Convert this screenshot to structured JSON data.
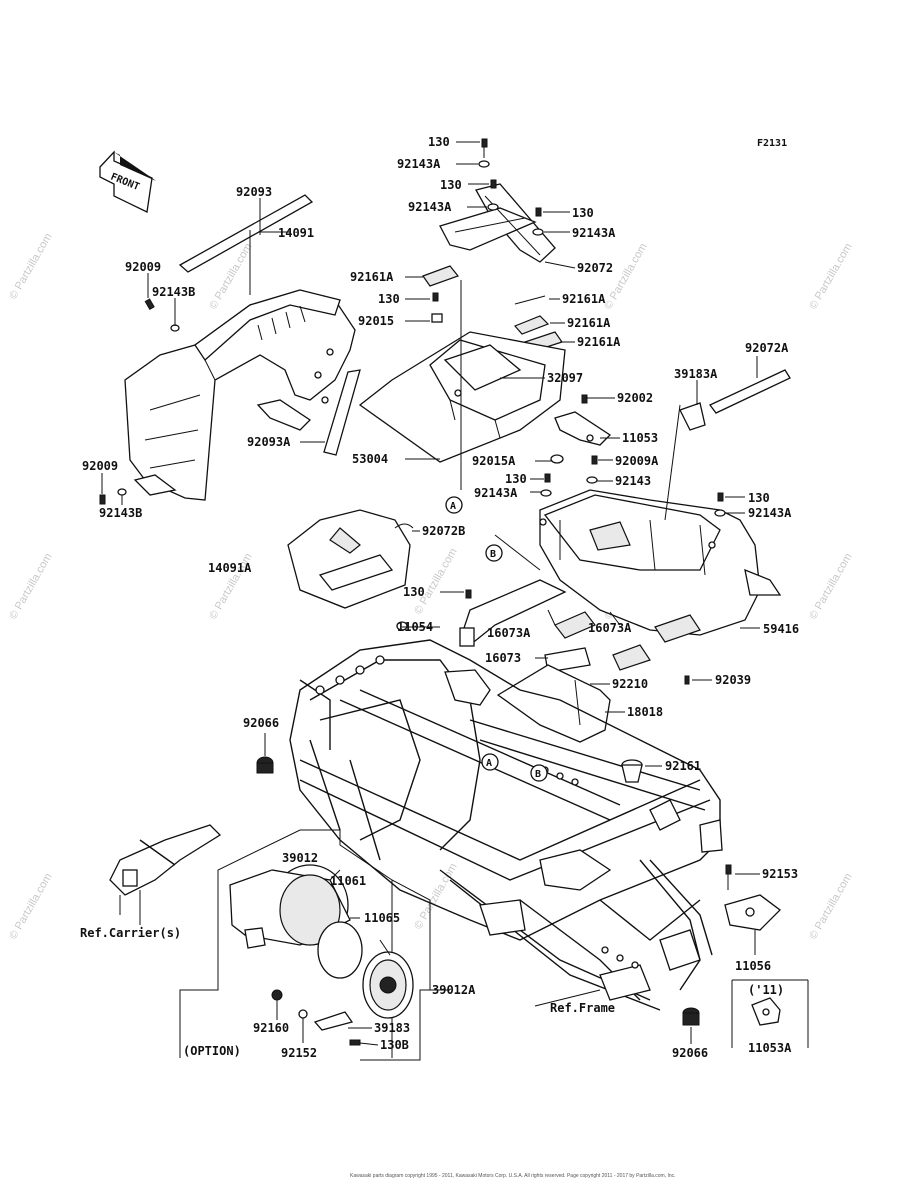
{
  "diagram_id": "F2131",
  "front_label": "FRONT",
  "labels": [
    {
      "id": "l130a",
      "text": "130"
    },
    {
      "id": "l92143Aa",
      "text": "92143A"
    },
    {
      "id": "l130b",
      "text": "130"
    },
    {
      "id": "l92143Ab",
      "text": "92143A"
    },
    {
      "id": "l130c",
      "text": "130"
    },
    {
      "id": "l92143Ac",
      "text": "92143A"
    },
    {
      "id": "l92072",
      "text": "92072"
    },
    {
      "id": "l92161Aa",
      "text": "92161A"
    },
    {
      "id": "l130d",
      "text": "130"
    },
    {
      "id": "l92161Ab",
      "text": "92161A"
    },
    {
      "id": "l92015",
      "text": "92015"
    },
    {
      "id": "l92161Ac",
      "text": "92161A"
    },
    {
      "id": "l92161Ad",
      "text": "92161A"
    },
    {
      "id": "l32097",
      "text": "32097"
    },
    {
      "id": "l53004",
      "text": "53004"
    },
    {
      "id": "l92093",
      "text": "92093"
    },
    {
      "id": "l92009a",
      "text": "92009"
    },
    {
      "id": "l92143Ba",
      "text": "92143B"
    },
    {
      "id": "l14091",
      "text": "14091"
    },
    {
      "id": "l92093A",
      "text": "92093A"
    },
    {
      "id": "l92009b",
      "text": "92009"
    },
    {
      "id": "l92143Bb",
      "text": "92143B"
    },
    {
      "id": "l92072A",
      "text": "92072A"
    },
    {
      "id": "l39183A",
      "text": "39183A"
    },
    {
      "id": "l92002",
      "text": "92002"
    },
    {
      "id": "l11053",
      "text": "11053"
    },
    {
      "id": "l92015A",
      "text": "92015A"
    },
    {
      "id": "l92009A",
      "text": "92009A"
    },
    {
      "id": "l130e",
      "text": "130"
    },
    {
      "id": "l92143",
      "text": "92143"
    },
    {
      "id": "l92143Ad",
      "text": "92143A"
    },
    {
      "id": "l130f",
      "text": "130"
    },
    {
      "id": "l92143Ae",
      "text": "92143A"
    },
    {
      "id": "l92072B",
      "text": "92072B"
    },
    {
      "id": "l14091A",
      "text": "14091A"
    },
    {
      "id": "l130g",
      "text": "130"
    },
    {
      "id": "l11054",
      "text": "11054"
    },
    {
      "id": "l16073Aa",
      "text": "16073A"
    },
    {
      "id": "l16073Ab",
      "text": "16073A"
    },
    {
      "id": "l59416",
      "text": "59416"
    },
    {
      "id": "l16073",
      "text": "16073"
    },
    {
      "id": "l92210",
      "text": "92210"
    },
    {
      "id": "l92039",
      "text": "92039"
    },
    {
      "id": "l18018",
      "text": "18018"
    },
    {
      "id": "l92066a",
      "text": "92066"
    },
    {
      "id": "l92161",
      "text": "92161"
    },
    {
      "id": "l39012",
      "text": "39012"
    },
    {
      "id": "l11061",
      "text": "11061"
    },
    {
      "id": "l11065",
      "text": "11065"
    },
    {
      "id": "l92153",
      "text": "92153"
    },
    {
      "id": "lRefCarrier",
      "text": "Ref.Carrier(s)"
    },
    {
      "id": "l11056",
      "text": "11056"
    },
    {
      "id": "l39012A",
      "text": "39012A"
    },
    {
      "id": "l11paren",
      "text": "('11)"
    },
    {
      "id": "lRefFrame",
      "text": "Ref.Frame"
    },
    {
      "id": "l92160",
      "text": "92160"
    },
    {
      "id": "l39183",
      "text": "39183"
    },
    {
      "id": "l92152",
      "text": "92152"
    },
    {
      "id": "l130B",
      "text": "130B"
    },
    {
      "id": "lOption",
      "text": "(OPTION)"
    },
    {
      "id": "l92066b",
      "text": "92066"
    },
    {
      "id": "l11053A",
      "text": "11053A"
    }
  ],
  "callouts": {
    "a": "A",
    "b": "B"
  },
  "watermark": "© Partzilla.com",
  "copyright": "Kawasaki parts diagram copyright 1995 - 2011, Kawasaki Motors Corp. U.S.A. All rights reserved. Page copyright 2011 - 2017 by Partzilla.com, Inc."
}
